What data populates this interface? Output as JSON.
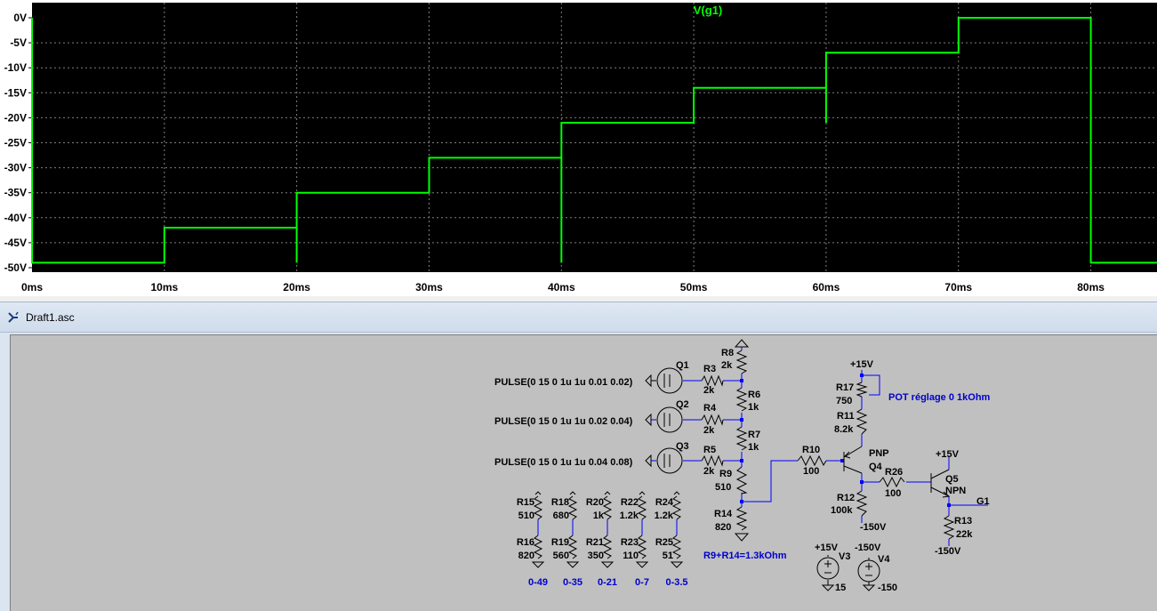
{
  "plot": {
    "trace_label": "V(g1)",
    "trace_color": "#00ff00",
    "background": "#000000"
  },
  "chart_data": {
    "type": "line",
    "title": "V(g1)",
    "xlabel": "",
    "ylabel": "",
    "xlim": [
      0,
      85
    ],
    "ylim": [
      -50,
      0
    ],
    "x_ticks": [
      "0ms",
      "10ms",
      "20ms",
      "30ms",
      "40ms",
      "50ms",
      "60ms",
      "70ms",
      "80ms"
    ],
    "x_tick_values": [
      0,
      10,
      20,
      30,
      40,
      50,
      60,
      70,
      80
    ],
    "y_ticks": [
      "0V",
      "-5V",
      "-10V",
      "-15V",
      "-20V",
      "-25V",
      "-30V",
      "-35V",
      "-40V",
      "-45V",
      "-50V"
    ],
    "y_tick_values": [
      0,
      -5,
      -10,
      -15,
      -20,
      -25,
      -30,
      -35,
      -40,
      -45,
      -50
    ],
    "grid": true,
    "series": [
      {
        "name": "V(g1)",
        "x": [
          0,
          0,
          10,
          10,
          20,
          20,
          20,
          30,
          30,
          40,
          40,
          40,
          50,
          50,
          60,
          60,
          60,
          70,
          70,
          80,
          80,
          85
        ],
        "y": [
          0,
          -49,
          -49,
          -42,
          -42,
          -49,
          -35,
          -35,
          -28,
          -28,
          -49,
          -21,
          -21,
          -14,
          -14,
          -21,
          -7,
          -7,
          0,
          0,
          -49,
          -49
        ]
      }
    ]
  },
  "schematic_window": {
    "title": "Draft1.asc"
  },
  "schematic": {
    "pulses": [
      "PULSE(0 15 0 1u 1u 0.01 0.02)",
      "PULSE(0 15 0 1u 1u 0.02 0.04)",
      "PULSE(0 15 0 1u 1u 0.04 0.08)"
    ],
    "sources": {
      "q1": "Q1",
      "q2": "Q2",
      "q3": "Q3",
      "v3": "V3",
      "v4": "V4"
    },
    "resistors": {
      "r3": "R3",
      "r3v": "2k",
      "r4": "R4",
      "r4v": "2k",
      "r5": "R5",
      "r5v": "2k",
      "r6": "R6",
      "r6v": "1k",
      "r7": "R7",
      "r7v": "1k",
      "r8": "R8",
      "r8v": "2k",
      "r9": "R9",
      "r9v": "510",
      "r10": "R10",
      "r10v": "100",
      "r11": "R11",
      "r11v": "8.2k",
      "r12": "R12",
      "r12v": "100k",
      "r13": "R13",
      "r13v": "22k",
      "r14": "R14",
      "r14v": "820",
      "r17": "R17",
      "r17v": "750",
      "r26": "R26",
      "r26v": "100"
    },
    "transistors": {
      "q4": "Q4",
      "q4t": "PNP",
      "q5": "Q5",
      "q5t": "NPN"
    },
    "nets": {
      "p15a": "+15V",
      "p15b": "+15V",
      "p15c": "+15V",
      "m150a": "-150V",
      "m150b": "-150V",
      "m150c": "-150V",
      "v3v": "15",
      "v4v": "-150",
      "g1": "G1"
    },
    "notes": {
      "pot": "POT réglage 0 1kOhm",
      "r9r14": "R9+R14=1.3kOhm"
    },
    "table": [
      {
        "top": "R15",
        "topv": "510",
        "bot": "R16",
        "botv": "820",
        "range": "0-49"
      },
      {
        "top": "R18",
        "topv": "680",
        "bot": "R19",
        "botv": "560",
        "range": "0-35"
      },
      {
        "top": "R20",
        "topv": "1k",
        "bot": "R21",
        "botv": "350",
        "range": "0-21"
      },
      {
        "top": "R22",
        "topv": "1.2k",
        "bot": "R23",
        "botv": "110",
        "range": "0-7"
      },
      {
        "top": "R24",
        "topv": "1.2k",
        "bot": "R25",
        "botv": "51",
        "range": "0-3.5"
      }
    ]
  }
}
